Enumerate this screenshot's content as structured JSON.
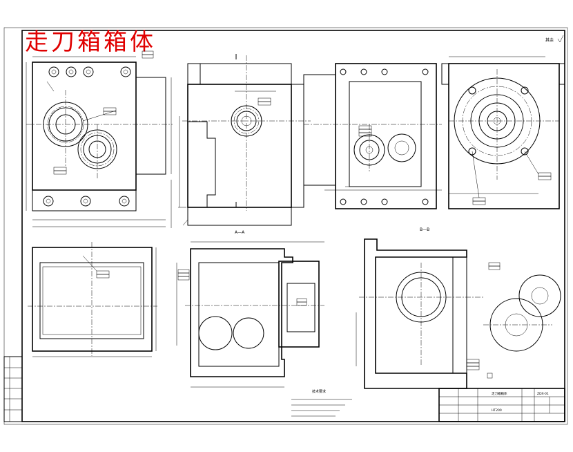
{
  "title": "走刀箱箱体",
  "views": {
    "view_a_label": "A—A",
    "view_b_label": "B—B"
  },
  "roughness_note": "其余",
  "tech_notes": {
    "heading": "技术要求"
  },
  "title_block": {
    "part_name": "走刀箱箱体",
    "material": "HT200",
    "drawing_no": "ZDX-01"
  }
}
